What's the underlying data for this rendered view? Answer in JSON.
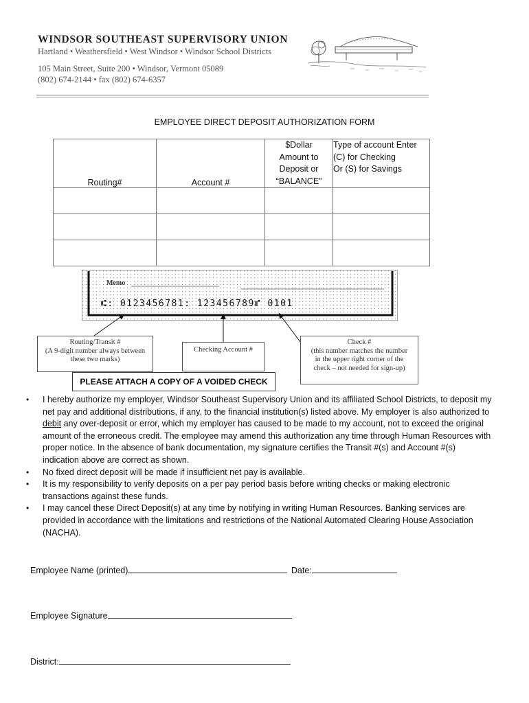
{
  "header": {
    "org_name": "WINDSOR SOUTHEAST SUPERVISORY UNION",
    "districts": "Hartland • Weathersfield • West Windsor • Windsor School Districts",
    "address": "105 Main Street, Suite 200  •  Windsor, Vermont 05089",
    "phone_fax": "(802) 674-2144  • fax (802) 674-6357",
    "logo_icon": "covered-bridge-landscape-icon"
  },
  "form": {
    "title": "EMPLOYEE DIRECT DEPOSIT AUTHORIZATION FORM"
  },
  "table": {
    "headers": {
      "routing": "Routing#",
      "account": "Account #",
      "amount": [
        "$Dollar",
        "Amount to",
        "Deposit or",
        "“BALANCE”"
      ],
      "type": [
        "Type of account Enter",
        "(C) for Checking",
        "Or (S) for Savings"
      ]
    },
    "rows": [
      [
        "",
        "",
        "",
        ""
      ],
      [
        "",
        "",
        "",
        ""
      ],
      [
        "",
        "",
        "",
        ""
      ]
    ]
  },
  "check_example": {
    "memo_label": "Memo",
    "micr_line": "⑆: 0123456781: 123456789⑈ 0101",
    "callouts": {
      "routing": [
        "Routing/Transit #",
        "(A 9-digit number always between",
        "these two marks)"
      ],
      "checking": [
        "Checking Account #"
      ],
      "check_number": [
        "Check #",
        "(this number matches the number",
        "in the upper right corner of the",
        "check – not needed for sign-up)"
      ]
    }
  },
  "attach_notice": "PLEASE ATTACH A COPY OF A VOIDED CHECK",
  "terms": {
    "t1_part1": "I hereby authorize my employer, Windsor Southeast Supervisory Union and its affiliated School Districts, to deposit my net pay and additional distributions, if any, to the financial institution(s) listed above.  My employer is also authorized to ",
    "t1_debit": "debit",
    "t1_part2": " any over-deposit or error, which my employer has caused to be made to my account, not to exceed the original amount of the erroneous credit.  The employee may amend this authorization any time through Human Resources with proper notice. In the absence of bank documentation, my signature certifies the Transit #(s) and Account #(s) indication above are correct as shown.",
    "t2": "No fixed direct deposit will be made if insufficient net pay is available.",
    "t3": "It is my responsibility to verify deposits on a per pay period basis before writing checks or making electronic transactions against these funds.",
    "t4": " I may cancel these Direct Deposit(s) at any time by notifying in writing Human Resources. Banking services are provided in accordance with the limitations and restrictions of the National Automated Clearing House Association (NACHA).",
    "bullet": "•"
  },
  "signature": {
    "name_label": "Employee Name (printed)",
    "name_value": "",
    "date_label": "Date:",
    "date_value": "",
    "signature_label": "Employee Signature",
    "signature_value": "",
    "district_label": "District:",
    "district_value": ""
  }
}
